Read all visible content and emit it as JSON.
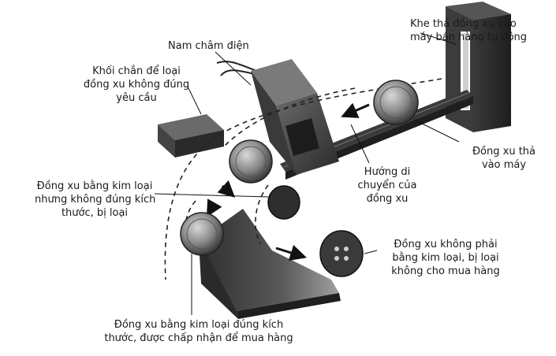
{
  "labels": {
    "slot": [
      "Khe thả đồng xu vào",
      "máy bán hàng tự động"
    ],
    "electromagnet": [
      "Nam châm điện"
    ],
    "blocker": [
      "Khối chắn để loại",
      "đồng xu không đúng",
      "yêu cầu"
    ],
    "coin_in": [
      "Đồng xu thả",
      "vào máy"
    ],
    "direction": [
      "Hướng di",
      "chuyển của",
      "đồng xu"
    ],
    "wrong_size": [
      "Đồng xu bằng kim loại",
      "nhưng không đúng kích",
      "thước, bị loại"
    ],
    "non_metal": [
      "Đồng xu không phải",
      "bằng kim loại, bị loại",
      "không cho mua hàng"
    ],
    "accepted": [
      "Đồng xu bằng kim loại đúng kích",
      "thước, được chấp nhận để mua hàng"
    ]
  },
  "colors": {
    "dark_metal": "#2b2b2b",
    "mid_metal": "#555555",
    "light_metal": "#8a8a8a",
    "coin": "#9a9a9a",
    "line": "#111111"
  }
}
